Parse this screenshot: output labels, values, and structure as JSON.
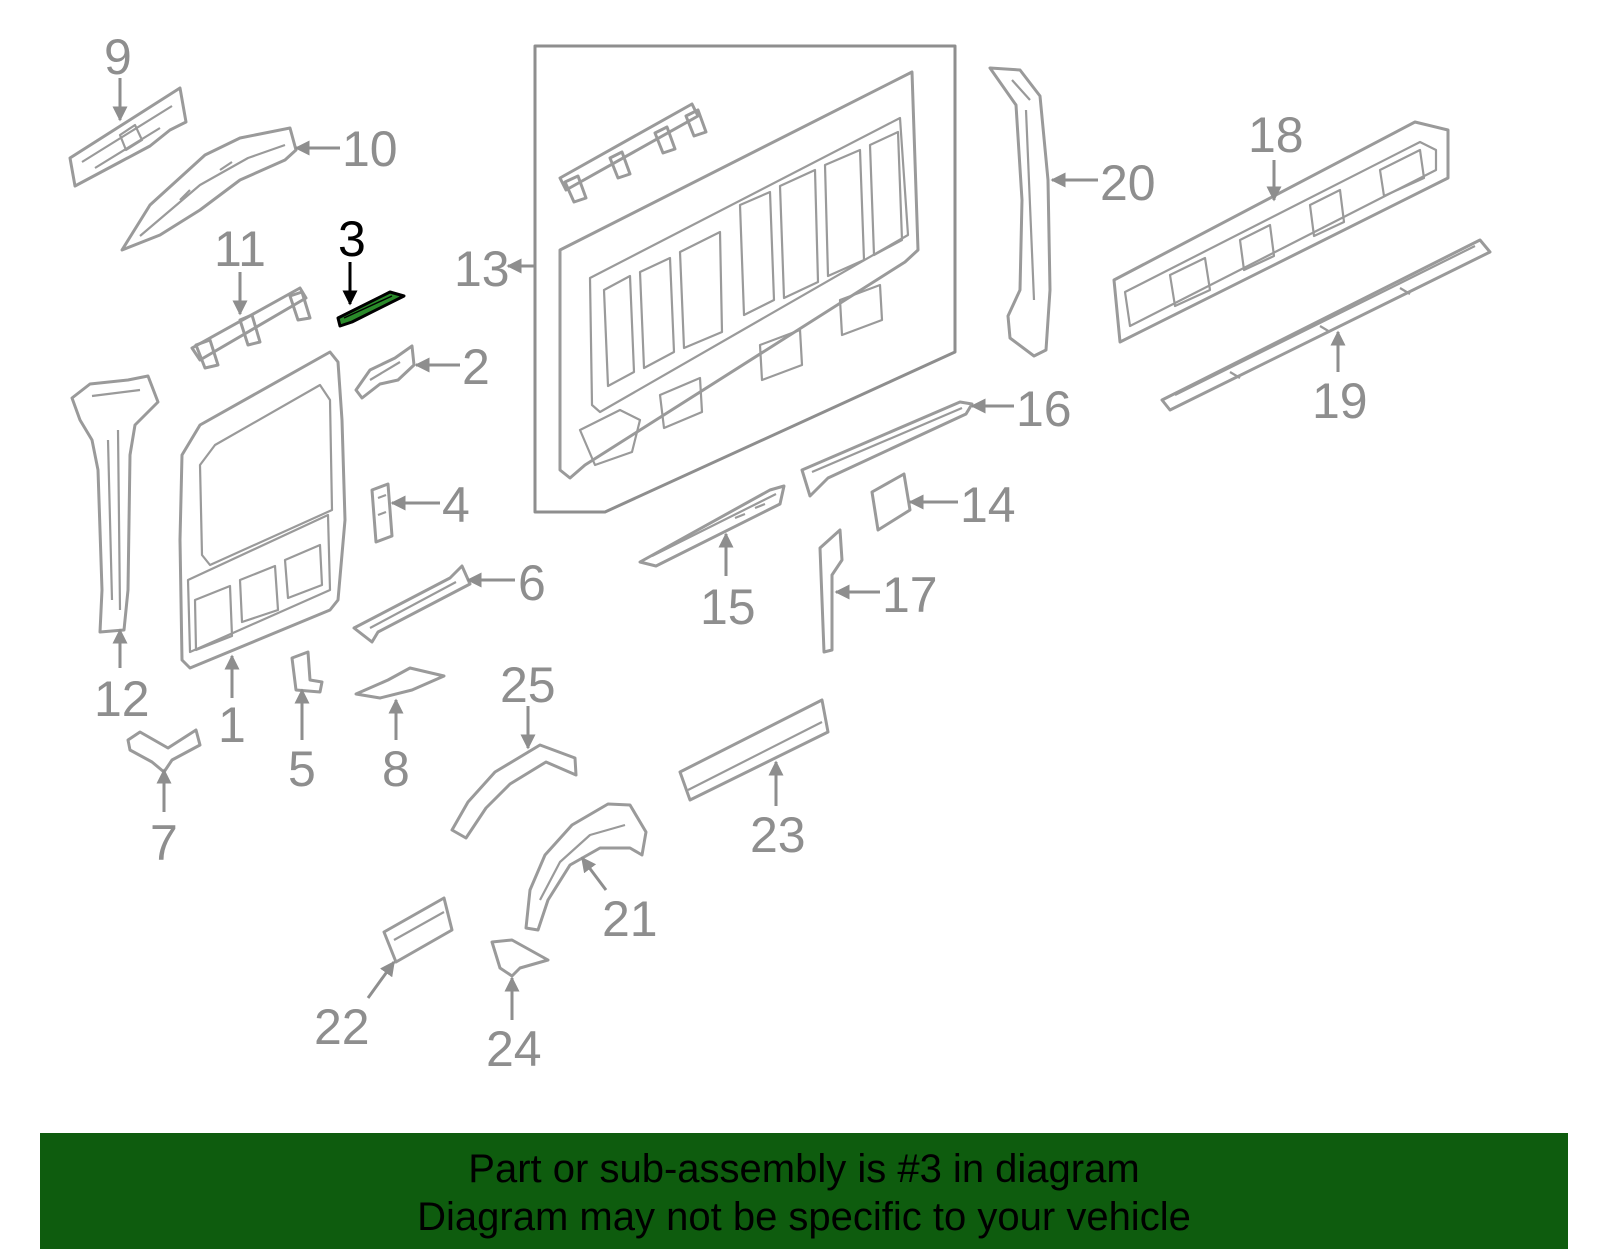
{
  "diagram": {
    "highlighted_callout": "3",
    "highlight_color": "#2a8a2a",
    "banner_color": "#0e5c0e",
    "line_color": "#9a9a9a",
    "callouts": [
      "1",
      "2",
      "3",
      "4",
      "5",
      "6",
      "7",
      "8",
      "9",
      "10",
      "11",
      "12",
      "13",
      "14",
      "15",
      "16",
      "17",
      "18",
      "19",
      "20",
      "21",
      "22",
      "23",
      "24",
      "25"
    ]
  },
  "banner": {
    "line1": "Part or sub-assembly is #3 in diagram",
    "line2": "Diagram may not be specific to your vehicle"
  }
}
